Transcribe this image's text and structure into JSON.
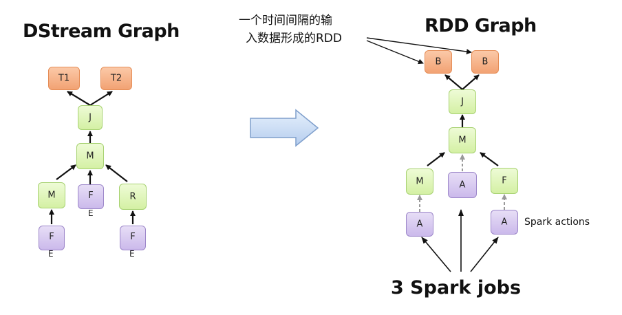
{
  "left_title": "DStream Graph",
  "right_title": "RDD Graph",
  "annotation_line1": "一个时间间隔的输",
  "annotation_line2": "入数据形成的RDD",
  "spark_actions_label": "Spark actions",
  "jobs_label": "3 Spark jobs",
  "dstream": {
    "t1": "T1",
    "t2": "T2",
    "j": "J",
    "m_top": "M",
    "m_left": "M",
    "fe_mid": "F",
    "fe_mid_sub": "E",
    "r": "R",
    "fe_left": "F",
    "fe_left_sub": "E",
    "fe_right": "F",
    "fe_right_sub": "E"
  },
  "rdd": {
    "b_left": "B",
    "b_right": "B",
    "j": "J",
    "m_top": "M",
    "m_left": "M",
    "a_mid": "A",
    "f_right": "F",
    "a_left": "A",
    "a_right": "A"
  },
  "colors": {
    "orange": "#f2a273",
    "green": "#d4f0a4",
    "purple": "#cbb9eb",
    "arrow_fill": "#c9dcf5"
  }
}
